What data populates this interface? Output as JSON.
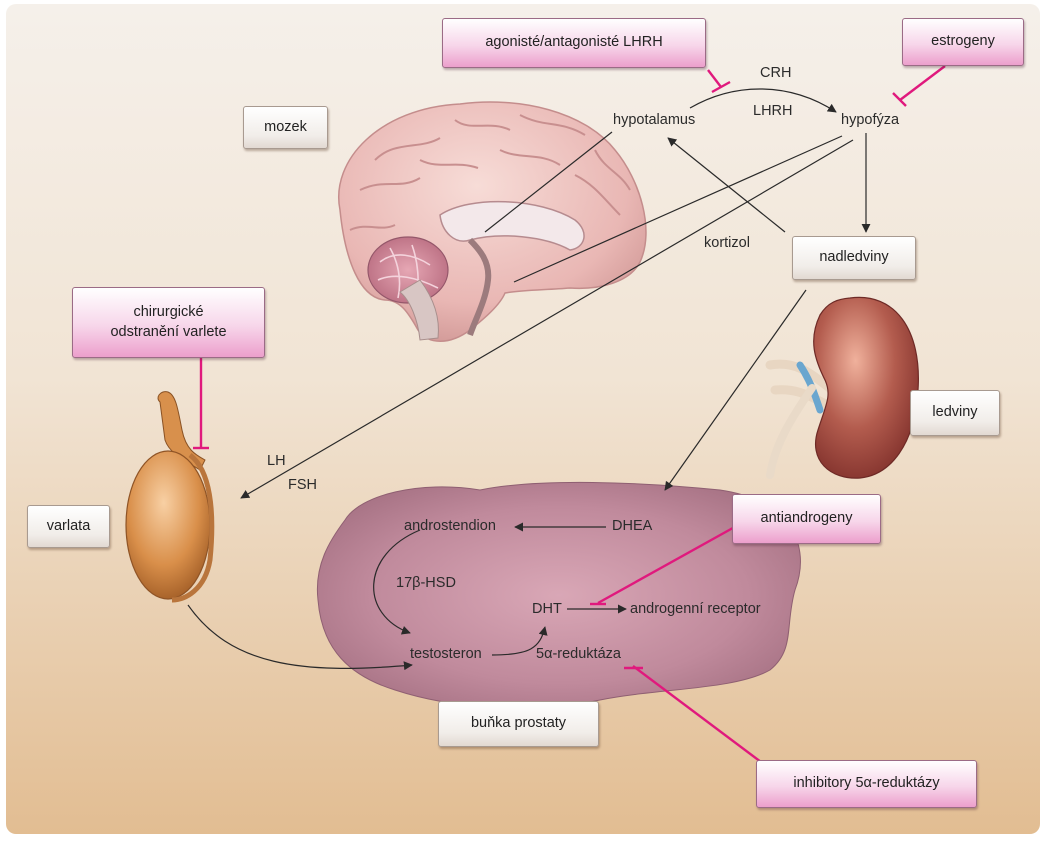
{
  "labels": {
    "hypothalamus": "hypotalamus",
    "pituitary": "hypofýza",
    "crh": "CRH",
    "lhrh": "LHRH",
    "cortisol": "kortizol",
    "lh": "LH",
    "fsh": "FSH",
    "androstenedione": "androstendion",
    "dhea": "DHEA",
    "hsd": "17β-HSD",
    "dht": "DHT",
    "androgen_receptor": "androgenní receptor",
    "testosterone": "testosteron",
    "reductase": "5α-reduktáza"
  },
  "boxes": {
    "brain": "mozek",
    "adrenal": "nadledviny",
    "kidney": "ledviny",
    "testes": "varlata",
    "prostate_cell": "buňka prostaty"
  },
  "interventions": {
    "lhrh_agonists": "agonisté/antagonisté LHRH",
    "estrogens": "estrogeny",
    "orchiectomy": "chirurgické odstranění varlete",
    "antiandrogens": "antiandrogeny",
    "reductase_inhibitors": "inhibitory 5α-reduktázy"
  },
  "colors": {
    "inhibition": "#e0197d",
    "arrow": "#2a2a2a",
    "background_top": "#f4efe9",
    "background_bottom": "#e3c097",
    "prostate_cell": "#b57a8e"
  }
}
